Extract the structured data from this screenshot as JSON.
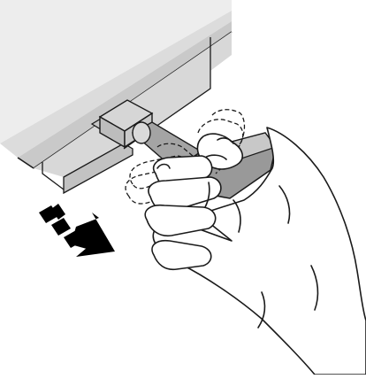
{
  "figure": {
    "type": "instruction-illustration",
    "colors": {
      "background": "#ffffff",
      "device_light": "#e9e9e9",
      "device_mid": "#d0d0d0",
      "device_shadow": "#b4b4b4",
      "port": "#c8c8c8",
      "stick_body": "#9a9a9a",
      "stick_top": "#cfcfcf",
      "metal": "#b9b9b9",
      "outline": "#1a1a1a",
      "arrow": "#000000"
    },
    "icons": {
      "device": "device-edge",
      "connector": "usb-connector",
      "hand": "hand",
      "ghost_fingers": "dashed-finger-outline",
      "direction": "pull-out-arrow"
    }
  }
}
